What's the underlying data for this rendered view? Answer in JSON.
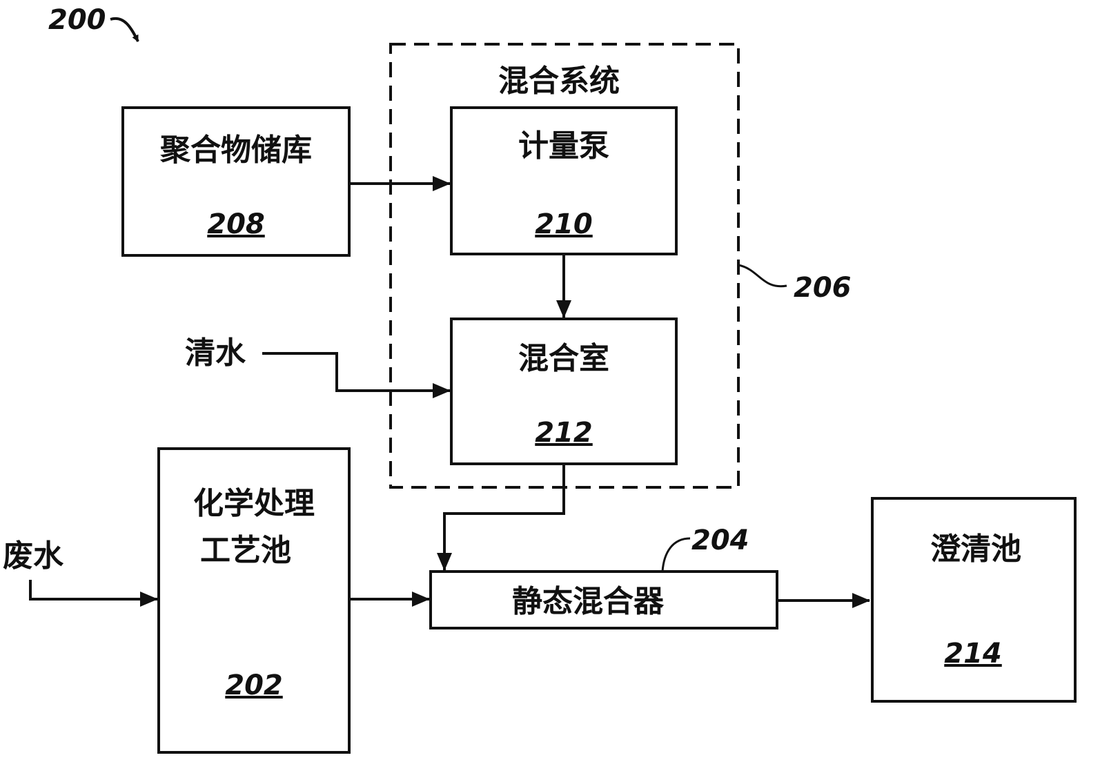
{
  "figure": {
    "ref": "200"
  },
  "mixing_system": {
    "title": "混合系统",
    "ref": "206"
  },
  "polymer_storage": {
    "label": "聚合物储库",
    "ref": "208"
  },
  "metering_pump": {
    "label": "计量泵",
    "ref": "210"
  },
  "mixing_chamber": {
    "label": "混合室",
    "ref": "212"
  },
  "fresh_water": {
    "label": "清水"
  },
  "wastewater": {
    "label": "废水"
  },
  "chem_tank": {
    "label_line1": "化学处理",
    "label_line2": "工艺池",
    "ref": "202"
  },
  "static_mixer": {
    "label": "静态混合器",
    "ref": "204"
  },
  "clarifier": {
    "label": "澄清池",
    "ref": "214"
  }
}
